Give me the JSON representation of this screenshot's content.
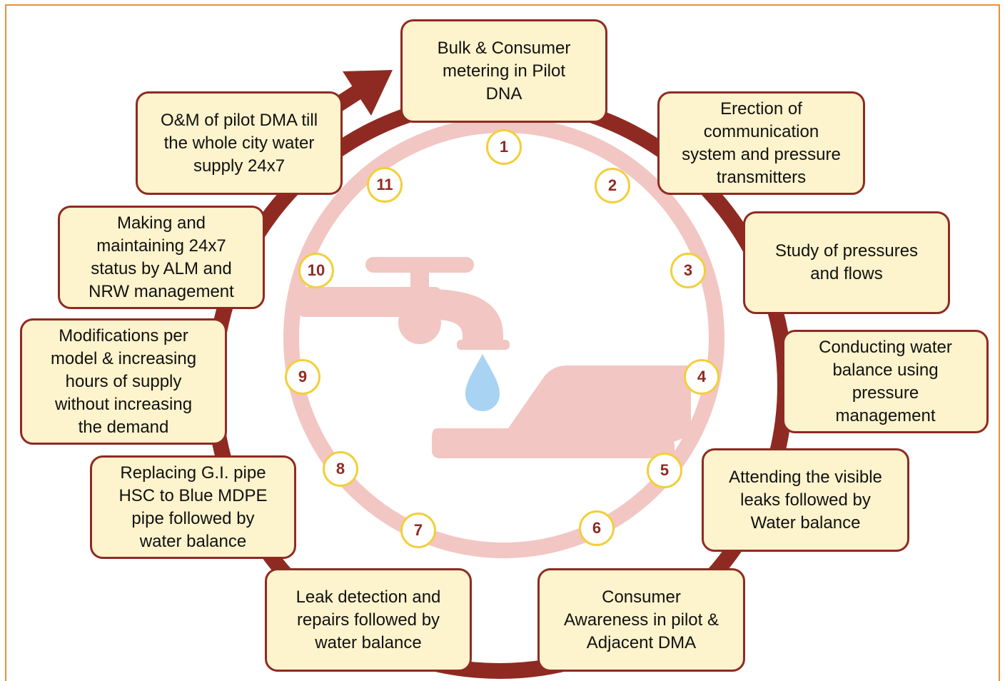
{
  "colors": {
    "frame": "#e8903a",
    "cycle_ring": "#8f2a22",
    "box_fill": "#fdf3cc",
    "box_border": "#8f2a22",
    "badge_border": "#f2cf3b",
    "badge_text": "#8f2a22",
    "watermark": "#f2c6c2",
    "drop": "#a9d3f2"
  },
  "icons": [
    "tap-icon",
    "water-drop-icon",
    "hand-icon",
    "cycle-arrow-icon"
  ],
  "steps": [
    {
      "number": "1",
      "text": "Bulk & Consumer\nmetering in Pilot\nDNA"
    },
    {
      "number": "2",
      "text": "Erection of\ncommunication\nsystem and pressure\ntransmitters"
    },
    {
      "number": "3",
      "text": "Study of pressures\nand flows"
    },
    {
      "number": "4",
      "text": "Conducting water\nbalance using\npressure\nmanagement"
    },
    {
      "number": "5",
      "text": "Attending the visible\nleaks followed by\nWater balance"
    },
    {
      "number": "6",
      "text": "Consumer\nAwareness in pilot &\nAdjacent DMA"
    },
    {
      "number": "7",
      "text": "Leak detection and\nrepairs followed by\nwater balance"
    },
    {
      "number": "8",
      "text": "Replacing G.I. pipe\nHSC to Blue MDPE\npipe followed by\nwater balance"
    },
    {
      "number": "9",
      "text": "Modifications per\nmodel & increasing\nhours of supply\nwithout increasing\nthe demand"
    },
    {
      "number": "10",
      "text": "Making and\nmaintaining 24x7\nstatus by ALM and\nNRW management"
    },
    {
      "number": "11",
      "text": "O&M of pilot DMA till\nthe whole city water\nsupply 24x7"
    }
  ]
}
